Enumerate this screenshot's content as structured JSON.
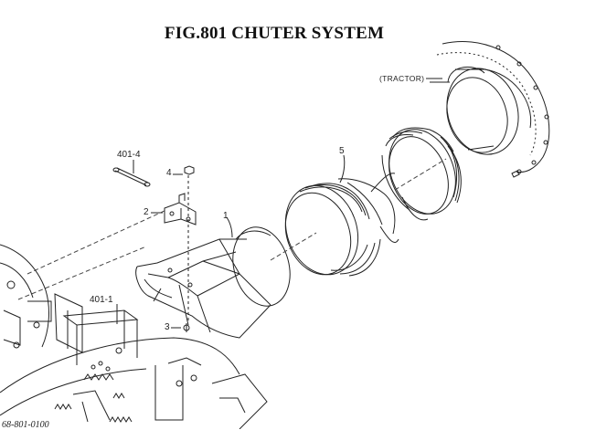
{
  "figure": {
    "title": "FIG.801  CHUTER SYSTEM",
    "drawing_number": "68-801-0100"
  },
  "callouts": {
    "c401_4": "401-4",
    "c4": "4",
    "c2": "2",
    "c1": "1",
    "c5": "5",
    "c3": "3",
    "c401_1": "401-1",
    "tractor": "(TRACTOR)"
  },
  "colors": {
    "line": "#222222",
    "background": "#ffffff"
  }
}
